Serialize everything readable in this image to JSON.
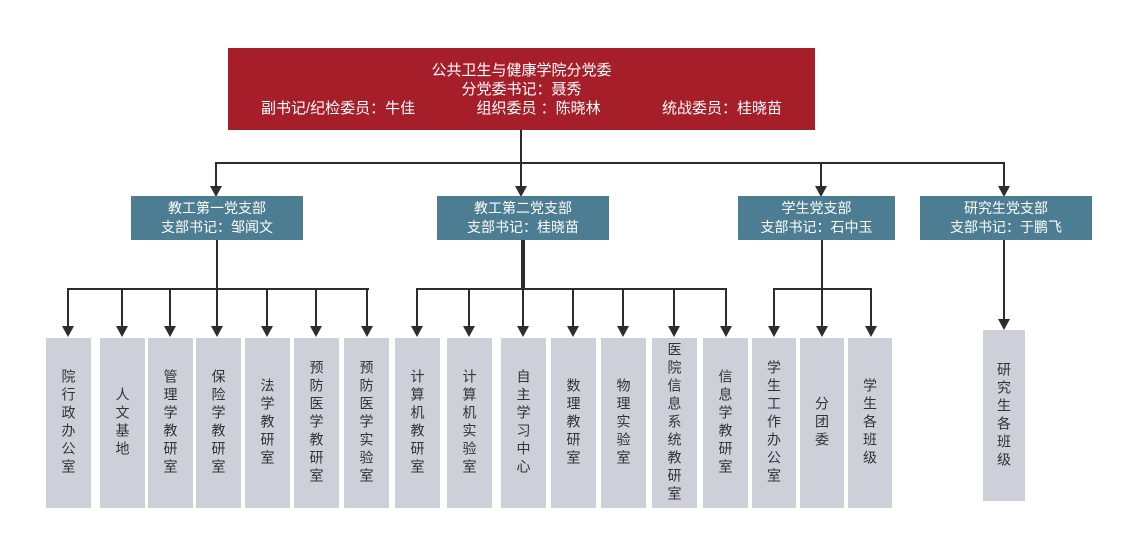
{
  "colors": {
    "root_bg": "#a51e29",
    "branch_bg": "#4c7d92",
    "leaf_bg": "#ced0d9",
    "line": "#2d2d2d",
    "root_text": "#ffffff",
    "leaf_text": "#333333"
  },
  "root": {
    "title": "公共卫生与健康学院分党委",
    "secretary": "分党委书记：聂秀",
    "officers": [
      "副书记/纪检委员：牛佳",
      "组织委员 ：陈晓林",
      "统战委员：桂晓苗"
    ]
  },
  "branches": [
    {
      "name": "教工第一党支部",
      "secretary": "支部书记：邹闻文",
      "departments": [
        "院行政办公室",
        "人文基地",
        "管理学教研室",
        "保险学教研室",
        "法学教研室",
        "预防医学教研室",
        "预防医学实验室"
      ]
    },
    {
      "name": "教工第二党支部",
      "secretary": "支部书记：桂晓苗",
      "departments": [
        "计算机教研室",
        "计算机实验室",
        "自主学习中心",
        "数理教研室",
        "物理实验室",
        "医院信息系统教研室",
        "信息学教研室"
      ]
    },
    {
      "name": "学生党支部",
      "secretary": "支部书记：石中玉",
      "departments": [
        "学生工作办公室",
        "分团委",
        "学生各班级"
      ]
    },
    {
      "name": "研究生党支部",
      "secretary": "支部书记：于鹏飞",
      "departments": [
        "研究生各班级"
      ]
    }
  ]
}
